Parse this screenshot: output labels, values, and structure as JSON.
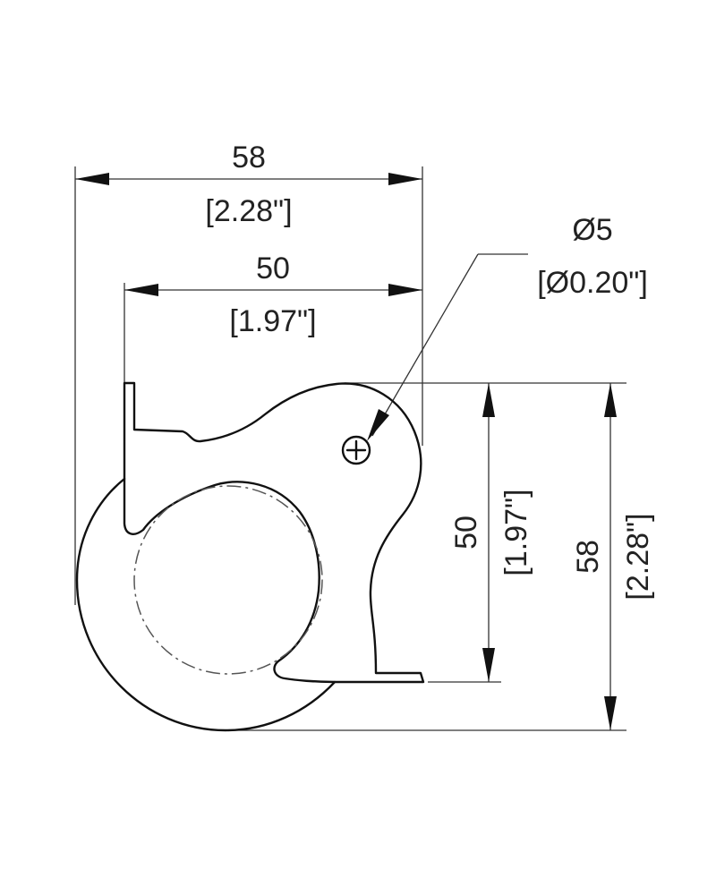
{
  "dimensions": {
    "overall_width": {
      "metric": "58",
      "imperial": "[2.28\"]"
    },
    "plate_width": {
      "metric": "50",
      "imperial": "[1.97\"]"
    },
    "hole_diameter": {
      "metric": "Ø5",
      "imperial": "[Ø0.20\"]"
    },
    "plate_height": {
      "metric": "50",
      "imperial": "[1.97\"]"
    },
    "overall_height": {
      "metric": "58",
      "imperial": "[2.28\"]"
    }
  },
  "colors": {
    "line": "#111111",
    "text": "#222222",
    "background": "#ffffff"
  }
}
